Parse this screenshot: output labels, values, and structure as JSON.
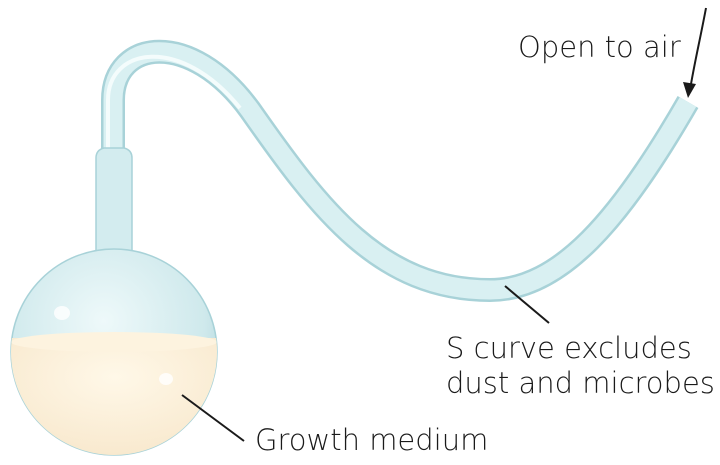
{
  "labels": {
    "open_to_air": "Open to air",
    "s_curve_line1": "S curve excludes",
    "s_curve_line2": "dust and microbes",
    "growth_medium": "Growth medium"
  },
  "colors": {
    "glass": "#d6eef0",
    "glass_edge": "#a8d2d8",
    "medium": "#fbeed6",
    "leader": "#1a1a1a"
  }
}
